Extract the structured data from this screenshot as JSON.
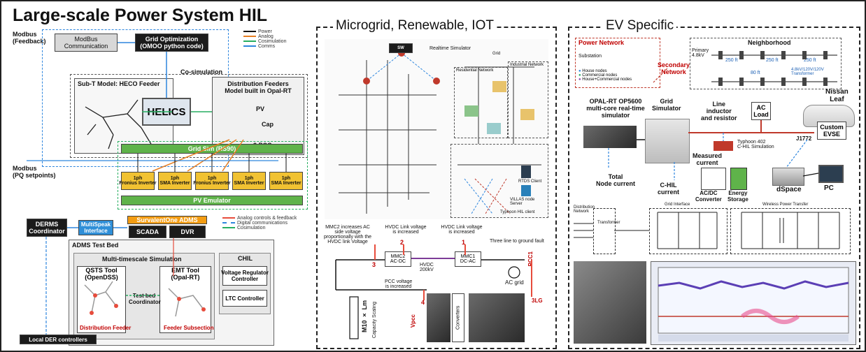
{
  "title": "Large-scale Power System HIL",
  "panels": {
    "microgrid": {
      "title": "Microgrid, Renewable, IOT"
    },
    "ev": {
      "title": "EV Specific"
    }
  },
  "hil": {
    "modbus_feedback": "Modbus\n(Feedback)",
    "modbus_comm": "ModBus\nCommunication",
    "grid_opt": "Grid Optimization\n(OMOO python code)",
    "cosim": "Co-simulation",
    "subt": "Sub-T Model: HECO Feeder",
    "helics": "HELICS",
    "pc": "PC",
    "dist_feeders": "Distribution Feeders\nModel built in Opal-RT",
    "pv": "PV",
    "cap": "Cap",
    "pccs": "3 PCCs",
    "modbus_pq": "Modbus\n(PQ setpoints)",
    "grid_sim": "Grid Sim (RS90)",
    "inverters": [
      "1ph\nFronius Inverter",
      "1ph\nSMA Inverter",
      "1ph\nFronius Inverter",
      "1ph\nSMA Inverter",
      "1ph\nSMA Inverter"
    ],
    "pv_emulator": "PV Emulator",
    "legend": [
      "Power",
      "Analog",
      "Cosimulation",
      "Comms"
    ],
    "legend_colors": [
      "#111111",
      "#e67e22",
      "#27ae60",
      "#2e86de"
    ]
  },
  "adms": {
    "derms": "DERMS\nCoordinator",
    "multispeak": "MultiSpeak\nInterface",
    "survalent": "SurvalentOne ADMS",
    "scada": "SCADA",
    "dvr": "DVR",
    "legend": [
      "Analog controls & feedback",
      "Digital communications",
      "Cosimulation"
    ],
    "legend_colors": [
      "#e74c3c",
      "#2e86de",
      "#27ae60"
    ],
    "testbed": "ADMS Test Bed",
    "multiscale": "Multi-timescale Simulation",
    "qsts": "QSTS Tool\n(OpenDSS)",
    "emt": "EMT Tool\n(Opal-RT)",
    "coordinator": "Test bed\nCoordinator",
    "dist_feeder": "Distribution Feeder",
    "feeder_sub": "Feeder Subsection",
    "chil": "CHIL",
    "vrc": "Voltage Regulator\nController",
    "ltc": "LTC Controller",
    "local_der": "Local DER controllers"
  },
  "mg": {
    "realtime_sim": "Realtime Simulator",
    "residential": "Residential Network",
    "industrial": "Industrial Network",
    "grid": "Grid",
    "rtds": "RTDS Client",
    "villas": "VILLAS node Server",
    "typhoon": "Typhoon HIL client",
    "mmc2_note": "MMC2 increases AC\nside voltage\nproportionally with the\nHVDC link Voltage",
    "hvdc1": "HVDC Link voltage\nis increased",
    "hvdc2": "HVDC Link voltage\nis increased",
    "fault": "Three line to ground fault",
    "mmc2": "MMC2\nAC-DC",
    "mmc1": "MMC1\nDC-AC",
    "hvdc_kv": "HVDC\n200kV",
    "pcc_note": "PCC voltage\nis increased",
    "ac_grid": "AC grid",
    "pcc1": "PCC1",
    "lg": "3LG",
    "converters": "Converters",
    "vpcc": "Vpcc",
    "m10": "M10 × Lm",
    "cap_scaling": "Capacity Scaling",
    "n1": "1",
    "n2": "2",
    "n3": "3",
    "n4": "4"
  },
  "ev": {
    "power_network": "Power Network",
    "substation": "Substation",
    "secondary": "Secondary\nNetwork",
    "neighborhood": "Neighborhood",
    "primary": "Primary\n4.8kV",
    "ft250a": "250 ft",
    "ft250b": "250 ft",
    "ft250c": "250 ft",
    "ft80": "80 ft",
    "transformer": "4.8kV/120V/120V\nTransformer",
    "legend_nodes": [
      "House nodes",
      "Commercial nodes",
      "House+Commercial nodes"
    ],
    "nissan": "Nissan\nLeaf",
    "opal": "OPAL-RT OP5600\nmulti-core real-time\nsimulator",
    "grid_sim": "Grid\nSimulator",
    "line": "Line\ninductor\nand resistor",
    "ac_load": "AC\nLoad",
    "j1772": "J1772",
    "custom_evse": "Custom\nEVSE",
    "typhoon": "Typhoon 402\nC-HIL Simulation",
    "measured": "Measured\ncurrent",
    "total": "Total\nNode current",
    "chil": "C-HIL\ncurrent",
    "acdc": "AC/DC\nConverter",
    "energy": "Energy\nStorage",
    "dspace": "dSpace",
    "pc": "PC",
    "dist_net": "Distribution\nNetwork",
    "transformer2": "Transformer",
    "grid_interface": "Grid Interface",
    "wpt": "Wireless Power Transfer"
  }
}
